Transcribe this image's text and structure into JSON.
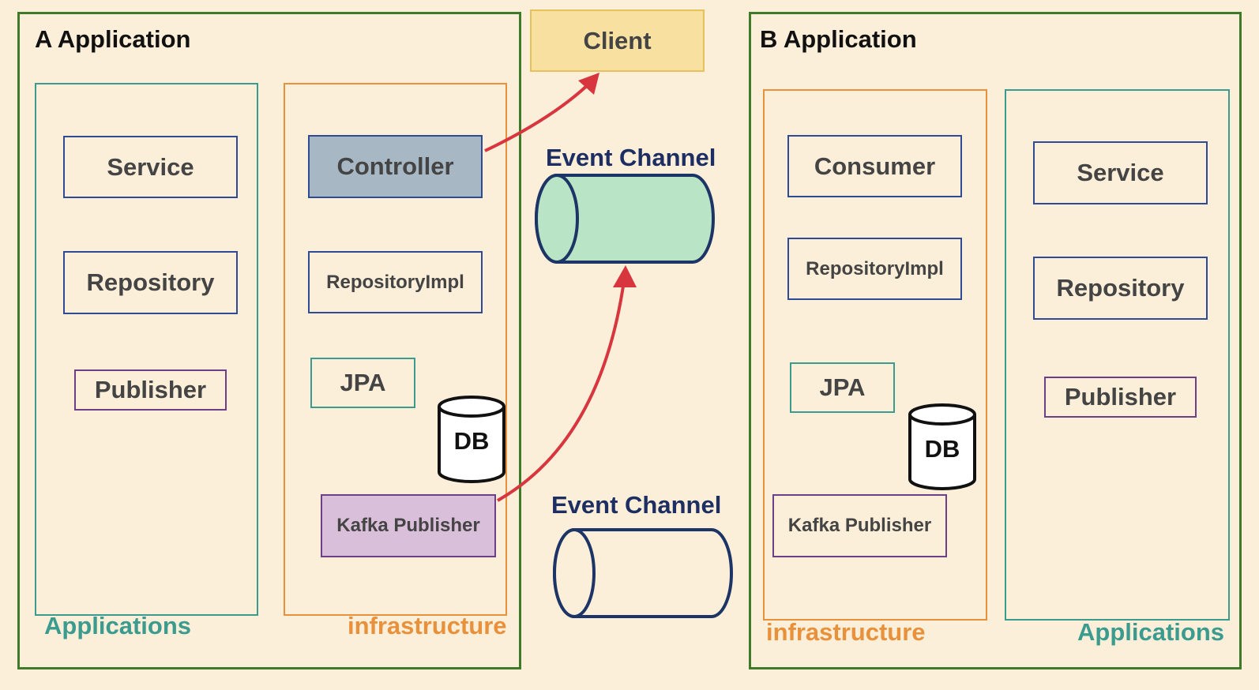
{
  "app_a": {
    "title": "A Application",
    "applications_label": "Applications",
    "infrastructure_label": "infrastructure",
    "applications": [
      "Service",
      "Repository",
      "Publisher"
    ],
    "infrastructure": {
      "controller": "Controller",
      "repository_impl": "RepositoryImpl",
      "jpa": "JPA",
      "db": "DB",
      "kafka_publisher": "Kafka Publisher"
    }
  },
  "app_b": {
    "title": "B Application",
    "applications_label": "Applications",
    "infrastructure_label": "infrastructure",
    "applications": [
      "Service",
      "Repository",
      "Publisher"
    ],
    "infrastructure": {
      "consumer": "Consumer",
      "repository_impl": "RepositoryImpl",
      "jpa": "JPA",
      "db": "DB",
      "kafka_publisher": "Kafka Publisher"
    }
  },
  "client": "Client",
  "channels": [
    "Event Channel",
    "Event Channel"
  ],
  "colors": {
    "app_border": "#3f7a2a",
    "applications": "#3b9b8e",
    "infrastructure": "#e8913a",
    "channel_fill": "#b9e5c6",
    "arrow": "#d8363f"
  }
}
